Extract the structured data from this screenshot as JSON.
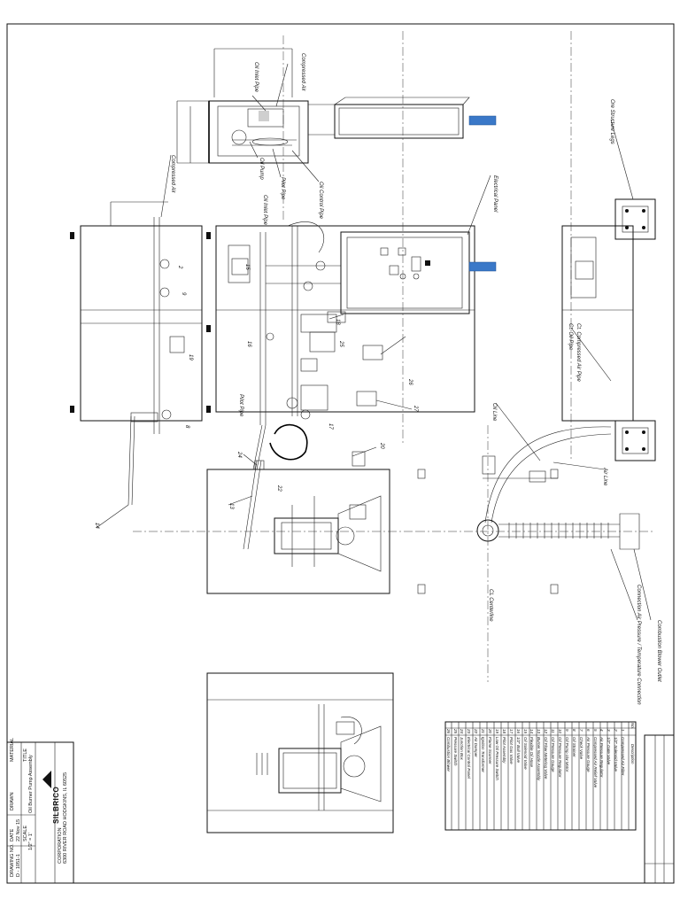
{
  "labels": {
    "compressed_air_top": "Compressed Air",
    "oil_inlet_pipe": "Oil Inlet Pipe",
    "oil_pump": "Oil Pump",
    "pilot_pipe": "Pilot Pipe",
    "oil_control_pipe": "Oil Control Pipe",
    "compressed_air_left": "Compressed Air",
    "oil_inlet_pipe_2": "Oil Inlet Pipe",
    "electrical_panel": "Electrical Panel",
    "ore_structure_legs": "Ore Structure Legs",
    "compressed_air_pipe": "Ct. Compressed Air Pipe",
    "oil_pipe": "Ct. Oil Pipe",
    "pilot_pipe_2": "Pilot Pipe",
    "oil_line": "Oil Line",
    "air_line": "Air Line",
    "combustion_blower_outlet": "Combustion Blower Outlet",
    "connection_air_pressure": "Connection Air Pressure / Temperature Connection",
    "centerline_burner": "CL Centerline",
    "num_14": "14",
    "num_13": "13",
    "num_20": "20",
    "num_24": "24",
    "num_22": "22",
    "num_27": "27",
    "num_26": "26",
    "num_18": "18",
    "num_25": "25",
    "num_15": "15",
    "num_16": "16",
    "num_17": "17",
    "num_19": "19",
    "num_9": "9",
    "num_8": "8",
    "num_2": "2"
  },
  "title_block": {
    "company": "SILBRICO",
    "company_sub": "CORPORATION",
    "address": "6300 RIVER ROAD  HODGKINS, IL 60525",
    "title_label": "TITLE",
    "title": "Oil Burner Pump Assembly",
    "drawn_label": "DRAWN",
    "scale_label": "SCALE",
    "scale": "1/2\" = 1'",
    "date_label": "DATE",
    "date": "22 Nov 15",
    "drawing_no_label": "DRAWING NO.",
    "drawing_no": "D - 1051-1",
    "material_label": "MATERIAL"
  },
  "bom": {
    "header_no": "No.",
    "header_desc": "Description",
    "rows": [
      {
        "no": "1",
        "desc": "Compressed Air Filter"
      },
      {
        "no": "2",
        "desc": "1/2\" Solenoid Valve"
      },
      {
        "no": "3",
        "desc": "1/2\" Gate Valve"
      },
      {
        "no": "4",
        "desc": "Air Pressure Regulator"
      },
      {
        "no": "5",
        "desc": "Compressed Air Relief Valve"
      },
      {
        "no": "6",
        "desc": "Air Pressure Gauge"
      },
      {
        "no": "7",
        "desc": "Check Valve"
      },
      {
        "no": "8",
        "desc": "Oil Strainer"
      },
      {
        "no": "9",
        "desc": "Oil Pump c/w Motor"
      },
      {
        "no": "10",
        "desc": "Oil Pressure Regulator"
      },
      {
        "no": "11",
        "desc": "Oil Pressure Gauge"
      },
      {
        "no": "12",
        "desc": "Oil Flow Metering Valve"
      },
      {
        "no": "13",
        "desc": "Burner Nozzle Assembly"
      },
      {
        "no": "14",
        "desc": "Flexible Oil Hose"
      },
      {
        "no": "15",
        "desc": "Oil Solenoid Valve"
      },
      {
        "no": "16",
        "desc": "1/2\" Ball Valve"
      },
      {
        "no": "17",
        "desc": "Pilot Gas Valve"
      },
      {
        "no": "18",
        "desc": "Pilot Assembly"
      },
      {
        "no": "19",
        "desc": "Low Oil Pressure Switch"
      },
      {
        "no": "20",
        "desc": "Flame Scanner"
      },
      {
        "no": "21",
        "desc": "Ignition Transformer"
      },
      {
        "no": "22",
        "desc": "Air Damper"
      },
      {
        "no": "23",
        "desc": "Electrical Control Panel"
      },
      {
        "no": "24",
        "desc": "Junction Box"
      },
      {
        "no": "25",
        "desc": "Pressure Switch"
      },
      {
        "no": "26",
        "desc": "Combustion Blower"
      },
      {
        "no": "27",
        "desc": "Burner Enclosure"
      }
    ]
  },
  "colors": {
    "line": "#111111",
    "accent_blue": "#3a78c8"
  }
}
